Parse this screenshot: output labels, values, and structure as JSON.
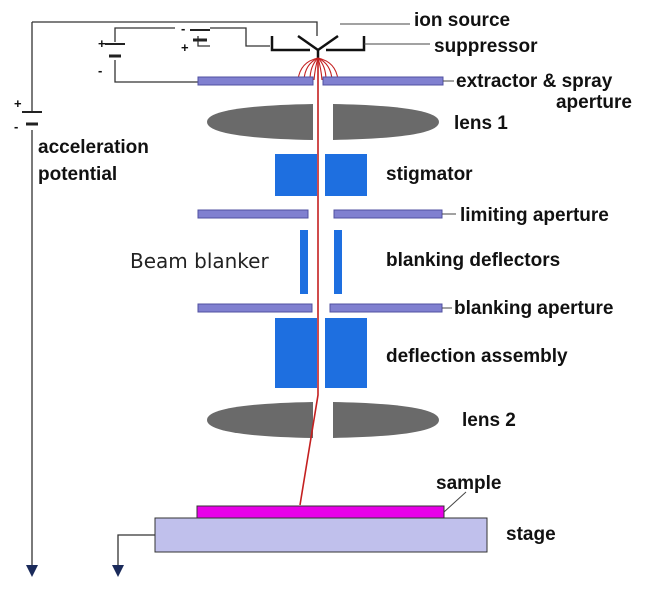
{
  "labels": {
    "ion_source": "ion source",
    "suppressor": "suppressor",
    "extractor_1": "extractor & spray",
    "extractor_2": "aperture",
    "lens1": "lens 1",
    "stigmator": "stigmator",
    "limiting_aperture": "limiting aperture",
    "beam_blanker": "Beam blanker",
    "blanking_deflectors": "blanking deflectors",
    "blanking_aperture": "blanking aperture",
    "deflection_assembly": "deflection assembly",
    "lens2": "lens 2",
    "sample": "sample",
    "stage": "stage",
    "acceleration_1": "acceleration",
    "acceleration_2": "potential"
  },
  "signs": {
    "plus": "+",
    "minus": "-"
  },
  "colors": {
    "plate": "#8080d0",
    "lens": "#6a6a6a",
    "block": "#1e6fe0",
    "beam": "#c42020",
    "sample": "#e800e8",
    "stage": "#c0c0ec",
    "ground_arrow": "#1a2a5a"
  }
}
